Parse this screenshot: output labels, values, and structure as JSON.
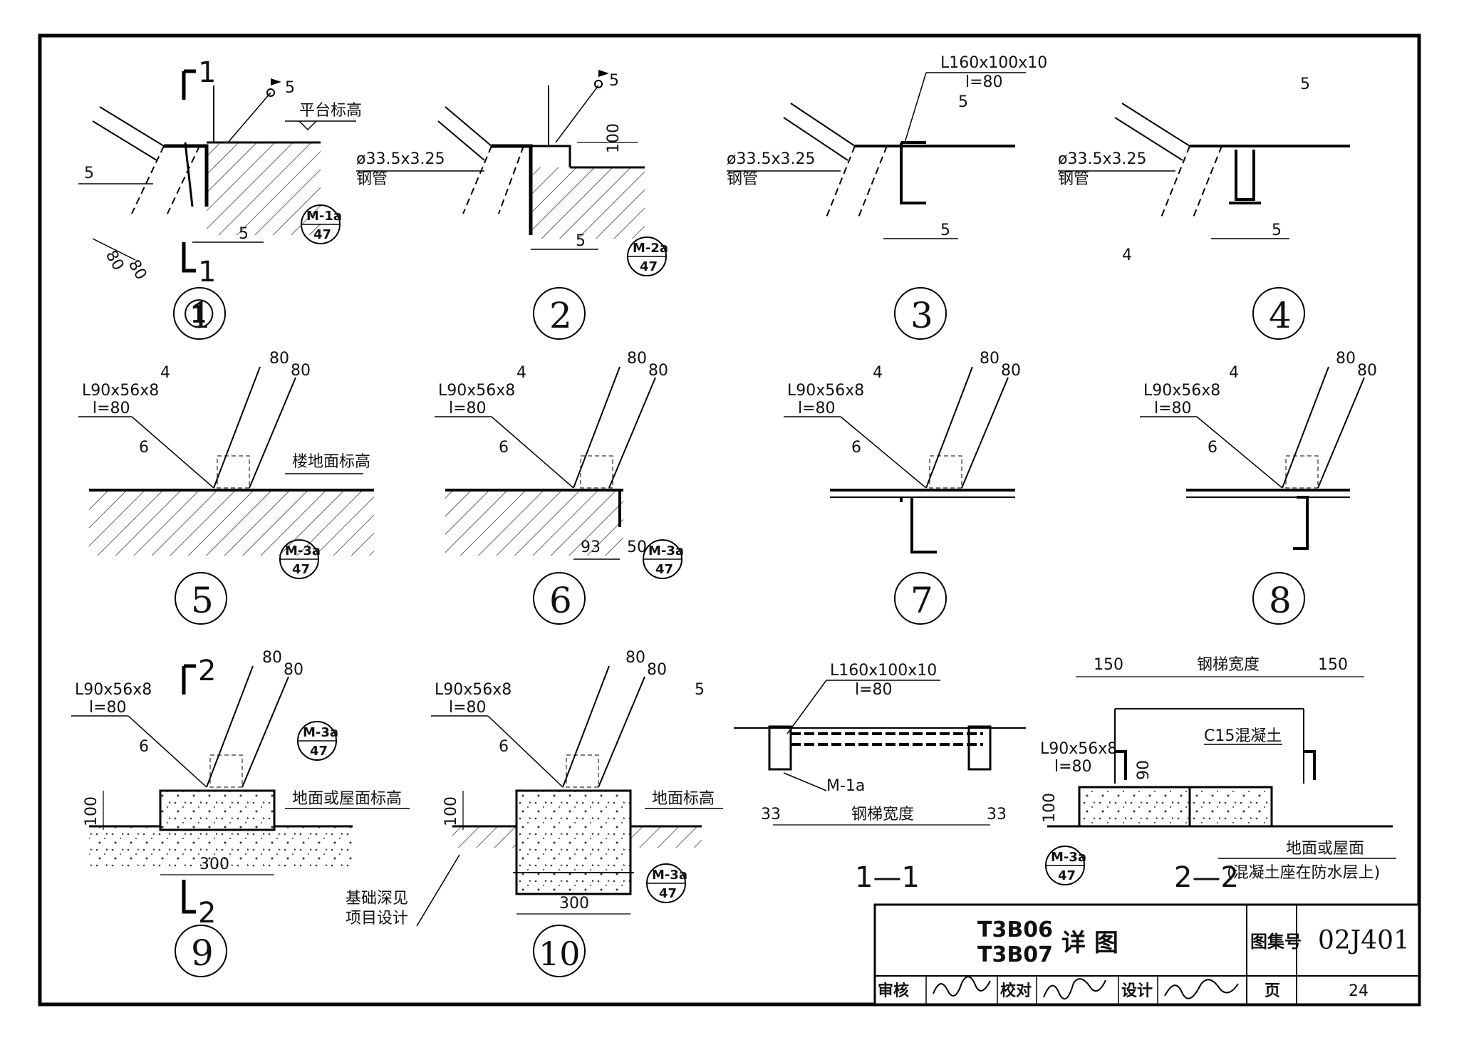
{
  "details": [
    {
      "num": "①",
      "labels": {
        "platform": "平台标高",
        "weld_a": "5",
        "weld_b": "5",
        "weld_c": "5",
        "dim_a": "80",
        "dim_b": "80",
        "ref_top": "M-1a",
        "ref_bot": "47",
        "sec_top": "1",
        "sec_bot": "1"
      }
    },
    {
      "num": "②",
      "labels": {
        "pipe": "ø33.5x3.25",
        "pipe_name": "钢管",
        "weld_a": "5",
        "weld_b": "5",
        "dim": "100",
        "ref_top": "M-2a",
        "ref_bot": "47"
      }
    },
    {
      "num": "③",
      "labels": {
        "angle": "L160x100x10",
        "len": "l=80",
        "pipe": "ø33.5x3.25",
        "pipe_name": "钢管",
        "weld_a": "5",
        "weld_b": "5"
      }
    },
    {
      "num": "④",
      "labels": {
        "pipe": "ø33.5x3.25",
        "pipe_name": "钢管",
        "weld_a": "5",
        "weld_b": "5",
        "weld_c": "4"
      }
    },
    {
      "num": "⑤",
      "labels": {
        "angle": "L90x56x8",
        "len": "l=80",
        "weld_a": "4",
        "weld_b": "6",
        "floor": "楼地面标高",
        "dim_a": "80",
        "dim_b": "80",
        "ref_top": "M-3a",
        "ref_bot": "47"
      }
    },
    {
      "num": "⑥",
      "labels": {
        "angle": "L90x56x8",
        "len": "l=80",
        "weld_a": "4",
        "weld_b": "6",
        "dim_a": "80",
        "dim_b": "80",
        "dim_c": "93",
        "dim_d": "50",
        "ref_top": "M-3a",
        "ref_bot": "47"
      }
    },
    {
      "num": "⑦",
      "labels": {
        "angle": "L90x56x8",
        "len": "l=80",
        "weld_a": "4",
        "weld_b": "6",
        "dim_a": "80",
        "dim_b": "80"
      }
    },
    {
      "num": "⑧",
      "labels": {
        "angle": "L90x56x8",
        "len": "l=80",
        "weld_a": "4",
        "weld_b": "6",
        "dim_a": "80",
        "dim_b": "80"
      }
    },
    {
      "num": "⑨",
      "labels": {
        "angle": "L90x56x8",
        "len": "l=80",
        "weld_a": "6",
        "ground": "地面或屋面标高",
        "dim_a": "80",
        "dim_b": "80",
        "dim_h": "100",
        "dim_w": "300",
        "ref_top": "M-3a",
        "ref_bot": "47",
        "sec_top": "2",
        "sec_bot": "2"
      }
    },
    {
      "num": "⑩",
      "labels": {
        "angle": "L90x56x8",
        "len": "l=80",
        "weld_a": "6",
        "ground": "地面标高",
        "found": "基础深见",
        "found2": "项目设计",
        "dim_a": "80",
        "dim_b": "80",
        "dim_h": "100",
        "dim_w": "300",
        "ref_top": "M-3a",
        "ref_bot": "47"
      }
    }
  ],
  "section_11": {
    "title": "1—1",
    "angle": "L160x100x10",
    "len": "l=80",
    "weld": "5",
    "ref": "M-1a",
    "dim_l": "33",
    "dim_r": "33",
    "width": "钢梯宽度"
  },
  "section_22": {
    "title": "2—2",
    "dim_l": "150",
    "dim_r": "150",
    "width": "钢梯宽度",
    "concrete": "C15混凝土",
    "angle": "L90x56x8",
    "len": "l=80",
    "dim_90": "90",
    "dim_100": "100",
    "ground": "地面或屋面",
    "ground_note": "(混凝土座在防水层上)",
    "ref_top": "M-3a",
    "ref_bot": "47"
  },
  "title_block": {
    "code1": "T3B06",
    "code2": "T3B07",
    "title": "详  图",
    "atlas_label": "图集号",
    "atlas_no": "02J401",
    "review": "审核",
    "check": "校对",
    "design": "设计",
    "page_label": "页",
    "page_no": "24"
  }
}
